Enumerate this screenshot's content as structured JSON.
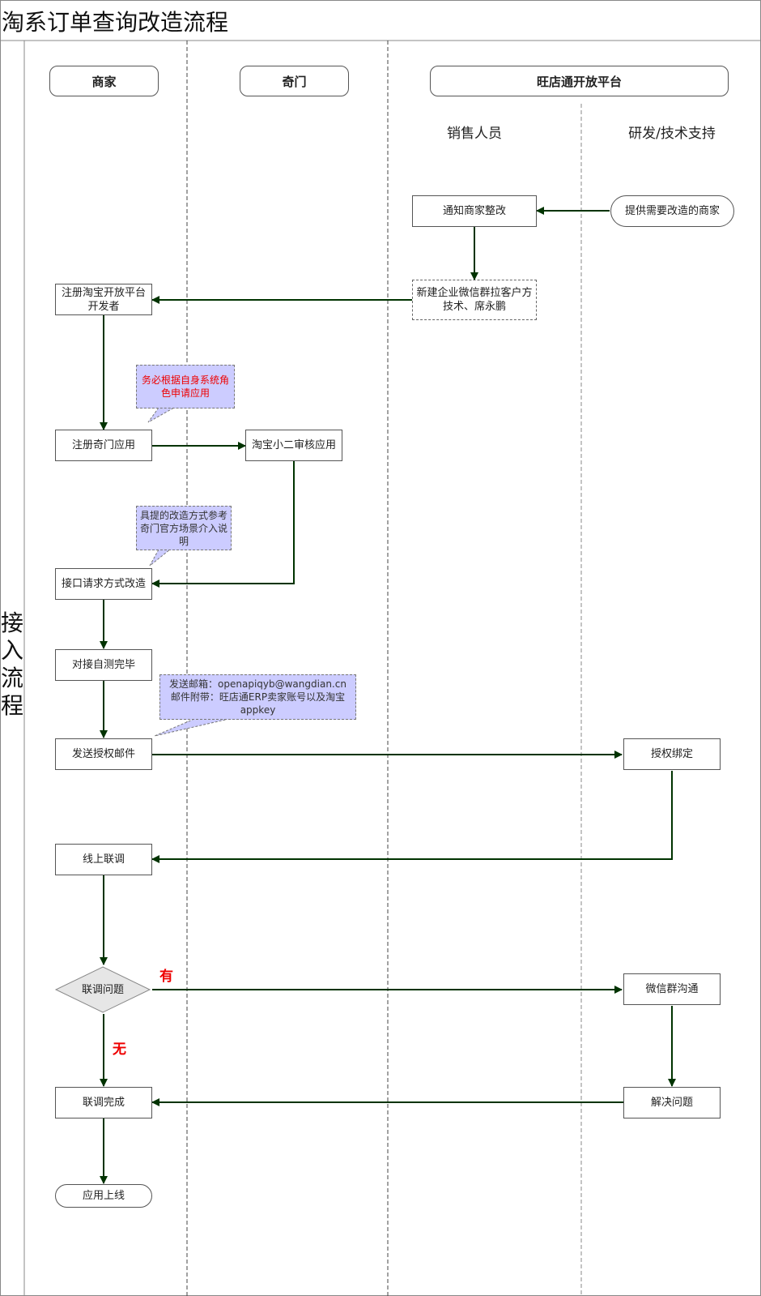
{
  "title": "淘系订单查询改造流程",
  "side_label": [
    "接",
    "入",
    "流",
    "程"
  ],
  "lanes": {
    "merchant": "商家",
    "qimen": "奇门",
    "platform": "旺店通开放平台",
    "sales": "销售人员",
    "rd": "研发/技术支持"
  },
  "nodes": {
    "notify": "通知商家整改",
    "provide": "提供需要改造的商家",
    "wechat_group": "新建企业微信群拉客户方技术、席永鹏",
    "register_dev": "注册淘宝开放平台开发者",
    "register_qimen": "注册奇门应用",
    "review": "淘宝小二审核应用",
    "interface": "接口请求方式改造",
    "selftest": "对接自测完毕",
    "send_mail": "发送授权邮件",
    "auth_bind": "授权绑定",
    "online_debug": "线上联调",
    "debug_issue": "联调问题",
    "wechat_comm": "微信群沟通",
    "resolve": "解决问题",
    "debug_done": "联调完成",
    "launch": "应用上线"
  },
  "notes": {
    "role_note": "务必根据自身系统角色申请应用",
    "method_note": "具提的改造方式参考奇门官方场景介入说明",
    "mail_note_line1": "发送邮箱：openapiqyb@wangdian.cn",
    "mail_note_line2": "邮件附带：旺店通ERP卖家账号以及淘宝appkey"
  },
  "edge_labels": {
    "yes": "有",
    "no": "无"
  },
  "colors": {
    "arrow": "#003300",
    "note_fill": "#ccccff",
    "note_red_text": "#ee0000",
    "label_red": "#ee0000",
    "diamond_fill": "#e6e6e6"
  }
}
